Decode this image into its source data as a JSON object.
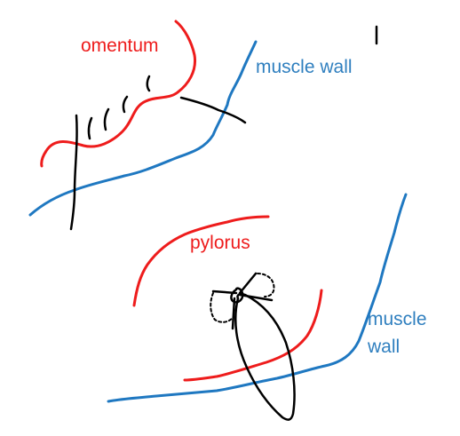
{
  "labels": {
    "omentum": "omentum",
    "muscle_wall_top": "muscle wall",
    "pylorus": "pylorus",
    "muscle_wall_bottom_line1": "muscle",
    "muscle_wall_bottom_line2": "wall"
  },
  "colors": {
    "omentum_red": "#ee1c1c",
    "muscle_blue": "#1f78c1",
    "suture_black": "#000000"
  }
}
